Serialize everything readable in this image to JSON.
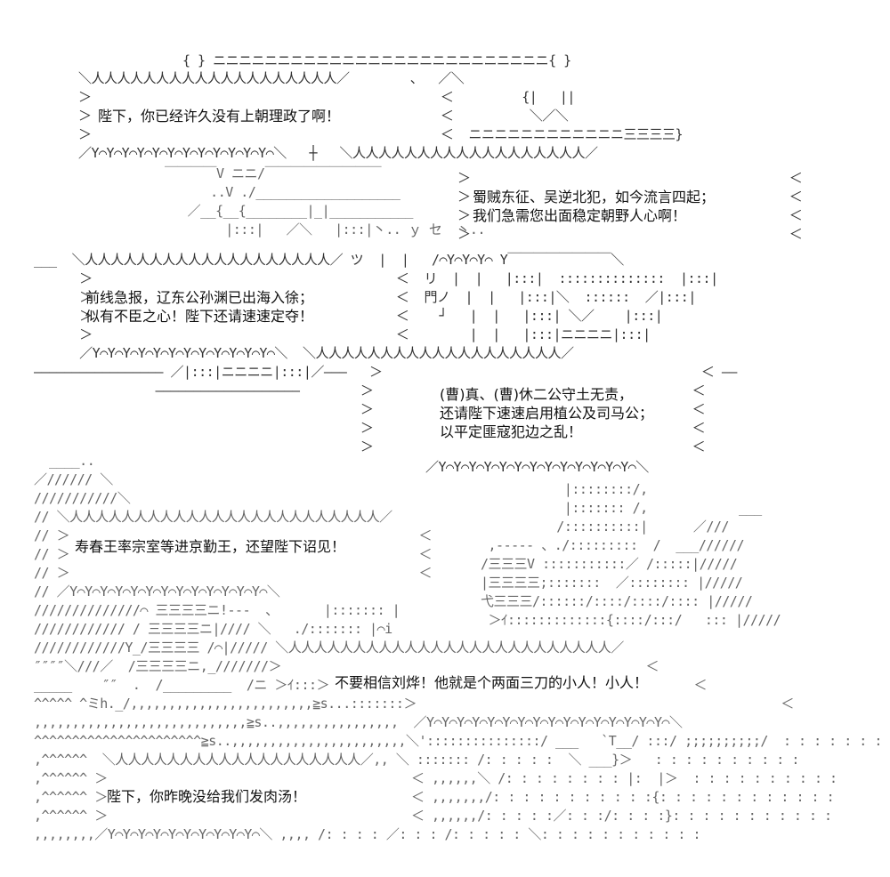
{
  "bubbles": {
    "b1": [
      "陛下，你已经许久没有上朝理政了啊！"
    ],
    "b2": [
      "蜀贼东征、吴逆北犯，如今流言四起；",
      "我们急需您出面稳定朝野人心啊！"
    ],
    "b3": [
      "前线急报，辽东公孙渊已出海入徐；",
      "似有不臣之心！陛下还请速速定夺！"
    ],
    "b4": [
      "(曹)真、(曹)休二公守土无责，",
      "还请陛下速速启用植公及司马公；",
      "以平定匪寇犯边之乱！"
    ],
    "b5": [
      "寿春王率宗室等进京勤王，还望陛下诏见！"
    ],
    "b6": [
      "不要相信刘烨！他就是个两面三刀的小人！小人！"
    ],
    "b7": [
      "陛下，你昨晚没给我们发肉汤！"
    ]
  }
}
